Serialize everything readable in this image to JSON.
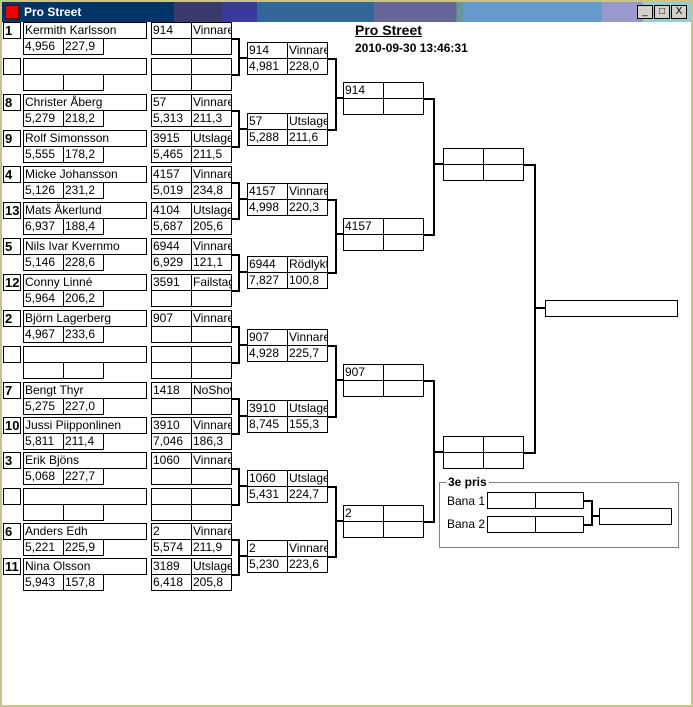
{
  "window": {
    "title": "Pro Street",
    "minimize": "_",
    "maximize": "□",
    "close": "X"
  },
  "header": {
    "title": "Pro Street",
    "timestamp": "2010-09-30 13:46:31"
  },
  "round1": [
    {
      "seed": "1",
      "name": "Kermith Karlsson",
      "rt": "4,956",
      "speed": "227,9"
    },
    {
      "seed": "",
      "name": "",
      "rt": "",
      "speed": ""
    },
    {
      "seed": "8",
      "name": "Christer Åberg",
      "rt": "5,279",
      "speed": "218,2"
    },
    {
      "seed": "9",
      "name": "Rolf Simonsson",
      "rt": "5,555",
      "speed": "178,2"
    },
    {
      "seed": "4",
      "name": "Micke Johansson",
      "rt": "5,126",
      "speed": "231,2"
    },
    {
      "seed": "13",
      "name": "Mats Åkerlund",
      "rt": "6,937",
      "speed": "188,4"
    },
    {
      "seed": "5",
      "name": "Nils Ivar Kvernmo",
      "rt": "5,146",
      "speed": "228,6"
    },
    {
      "seed": "12",
      "name": "Conny Linné",
      "rt": "5,964",
      "speed": "206,2"
    },
    {
      "seed": "2",
      "name": "Björn Lagerberg",
      "rt": "4,967",
      "speed": "233,6"
    },
    {
      "seed": "",
      "name": "",
      "rt": "",
      "speed": ""
    },
    {
      "seed": "7",
      "name": "Bengt Thyr",
      "rt": "5,275",
      "speed": "227,0"
    },
    {
      "seed": "10",
      "name": "Jussi Piipponlinen",
      "rt": "5,811",
      "speed": "211,4"
    },
    {
      "seed": "3",
      "name": "Erik Bjöns",
      "rt": "5,068",
      "speed": "227,7"
    },
    {
      "seed": "",
      "name": "",
      "rt": "",
      "speed": ""
    },
    {
      "seed": "6",
      "name": "Anders Edh",
      "rt": "5,221",
      "speed": "225,9"
    },
    {
      "seed": "11",
      "name": "Nina Olsson",
      "rt": "5,943",
      "speed": "157,8"
    }
  ],
  "round2": [
    {
      "id": "914",
      "status": "Vinnare",
      "rt": "",
      "speed": ""
    },
    {
      "id": "",
      "status": "",
      "rt": "",
      "speed": ""
    },
    {
      "id": "57",
      "status": "Vinnare",
      "rt": "5,313",
      "speed": "211,3"
    },
    {
      "id": "3915",
      "status": "Utslagen",
      "rt": "5,465",
      "speed": "211,5"
    },
    {
      "id": "4157",
      "status": "Vinnare",
      "rt": "5,019",
      "speed": "234,8"
    },
    {
      "id": "4104",
      "status": "Utslagen",
      "rt": "5,687",
      "speed": "205,6"
    },
    {
      "id": "6944",
      "status": "Vinnare",
      "rt": "6,929",
      "speed": "121,1"
    },
    {
      "id": "3591",
      "status": "Failstage",
      "rt": "",
      "speed": ""
    },
    {
      "id": "907",
      "status": "Vinnare",
      "rt": "",
      "speed": ""
    },
    {
      "id": "",
      "status": "",
      "rt": "",
      "speed": ""
    },
    {
      "id": "1418",
      "status": "NoShow",
      "rt": "",
      "speed": ""
    },
    {
      "id": "3910",
      "status": "Vinnare",
      "rt": "7,046",
      "speed": "186,3"
    },
    {
      "id": "1060",
      "status": "Vinnare",
      "rt": "",
      "speed": ""
    },
    {
      "id": "",
      "status": "",
      "rt": "",
      "speed": ""
    },
    {
      "id": "2",
      "status": "Vinnare",
      "rt": "5,574",
      "speed": "211,9"
    },
    {
      "id": "3189",
      "status": "Utslagen",
      "rt": "6,418",
      "speed": "205,8"
    }
  ],
  "round3": [
    {
      "id": "914",
      "status": "Vinnare",
      "rt": "4,981",
      "speed": "228,0"
    },
    {
      "id": "57",
      "status": "Utslagen",
      "rt": "5,288",
      "speed": "211,6"
    },
    {
      "id": "4157",
      "status": "Vinnare",
      "rt": "4,998",
      "speed": "220,3"
    },
    {
      "id": "6944",
      "status": "Rödlykta",
      "rt": "7,827",
      "speed": "100,8"
    },
    {
      "id": "907",
      "status": "Vinnare",
      "rt": "4,928",
      "speed": "225,7"
    },
    {
      "id": "3910",
      "status": "Utslagen",
      "rt": "8,745",
      "speed": "155,3"
    },
    {
      "id": "1060",
      "status": "Utslagen",
      "rt": "5,431",
      "speed": "224,7"
    },
    {
      "id": "2",
      "status": "Vinnare",
      "rt": "5,230",
      "speed": "223,6"
    }
  ],
  "round4": [
    {
      "id": "914",
      "status": "",
      "rt": "",
      "speed": ""
    },
    {
      "id": "4157",
      "status": "",
      "rt": "",
      "speed": ""
    },
    {
      "id": "907",
      "status": "",
      "rt": "",
      "speed": ""
    },
    {
      "id": "2",
      "status": "",
      "rt": "",
      "speed": ""
    }
  ],
  "round5": [
    {
      "id": "",
      "status": "",
      "rt": "",
      "speed": ""
    },
    {
      "id": "",
      "status": "",
      "rt": "",
      "speed": ""
    }
  ],
  "final": {
    "winner": ""
  },
  "third_place": {
    "title": "3e pris",
    "lane1_label": "Bana 1",
    "lane2_label": "Bana 2",
    "lane1": {
      "a": "",
      "b": ""
    },
    "lane2": {
      "a": "",
      "b": ""
    },
    "winner": ""
  }
}
